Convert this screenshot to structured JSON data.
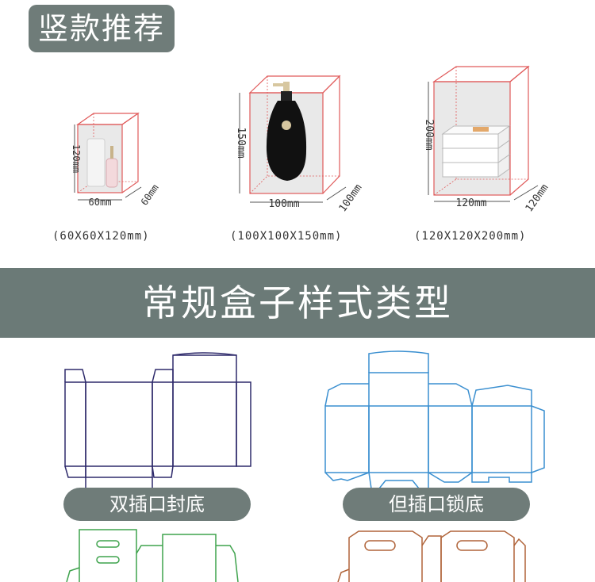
{
  "header": {
    "tag": "竖款推荐"
  },
  "boxes": [
    {
      "height_label": "120mm",
      "width_label": "60mm",
      "depth_label": "60mm",
      "size": "(60X60X120mm)"
    },
    {
      "height_label": "150mm",
      "width_label": "100mm",
      "depth_label": "100mm",
      "size": "(100X100X150mm)"
    },
    {
      "height_label": "200mm",
      "width_label": "120mm",
      "depth_label": "120mm",
      "size": "(120X120X200mm)"
    }
  ],
  "banner": {
    "title": "常规盒子样式类型"
  },
  "styles": [
    {
      "label": "双插口封底"
    },
    {
      "label": "但插口锁底"
    }
  ],
  "colors": {
    "tag_bg": "#6f7c79",
    "banner_bg": "#6b7a77",
    "box_line": "#e05a5a",
    "die_navy": "#2e2a6b",
    "die_blue": "#3a8fd0",
    "die_green": "#3fa34d",
    "die_brown": "#b0643a"
  }
}
